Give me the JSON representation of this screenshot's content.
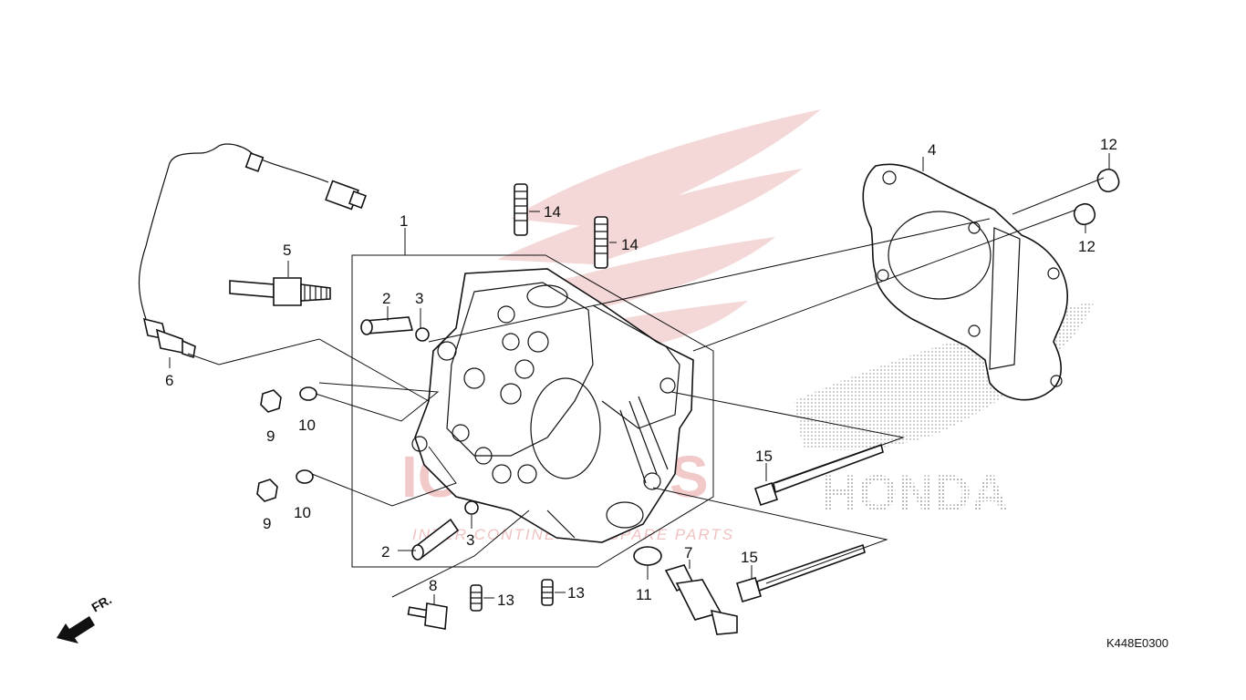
{
  "diagram": {
    "code": "K448E0300",
    "front_indicator": "FR.",
    "watermark": {
      "brand": "ICS PARTS",
      "tagline": "INTER CONTINENTAL SPARE PARTS",
      "maker": "HONDA"
    },
    "callouts": [
      {
        "id": "c1",
        "text": "1"
      },
      {
        "id": "c2a",
        "text": "2"
      },
      {
        "id": "c2b",
        "text": "2"
      },
      {
        "id": "c3a",
        "text": "3"
      },
      {
        "id": "c3b",
        "text": "3"
      },
      {
        "id": "c4",
        "text": "4"
      },
      {
        "id": "c5",
        "text": "5"
      },
      {
        "id": "c6",
        "text": "6"
      },
      {
        "id": "c7",
        "text": "7"
      },
      {
        "id": "c8",
        "text": "8"
      },
      {
        "id": "c9a",
        "text": "9"
      },
      {
        "id": "c9b",
        "text": "9"
      },
      {
        "id": "c10a",
        "text": "10"
      },
      {
        "id": "c10b",
        "text": "10"
      },
      {
        "id": "c11",
        "text": "11"
      },
      {
        "id": "c12a",
        "text": "12"
      },
      {
        "id": "c12b",
        "text": "12"
      },
      {
        "id": "c13a",
        "text": "13"
      },
      {
        "id": "c13b",
        "text": "13"
      },
      {
        "id": "c14a",
        "text": "14"
      },
      {
        "id": "c14b",
        "text": "14"
      },
      {
        "id": "c15a",
        "text": "15"
      },
      {
        "id": "c15b",
        "text": "15"
      }
    ],
    "colors": {
      "line": "#111111",
      "watermark_red": "#e8a8a8",
      "watermark_grey": "#9a9a9a"
    }
  }
}
